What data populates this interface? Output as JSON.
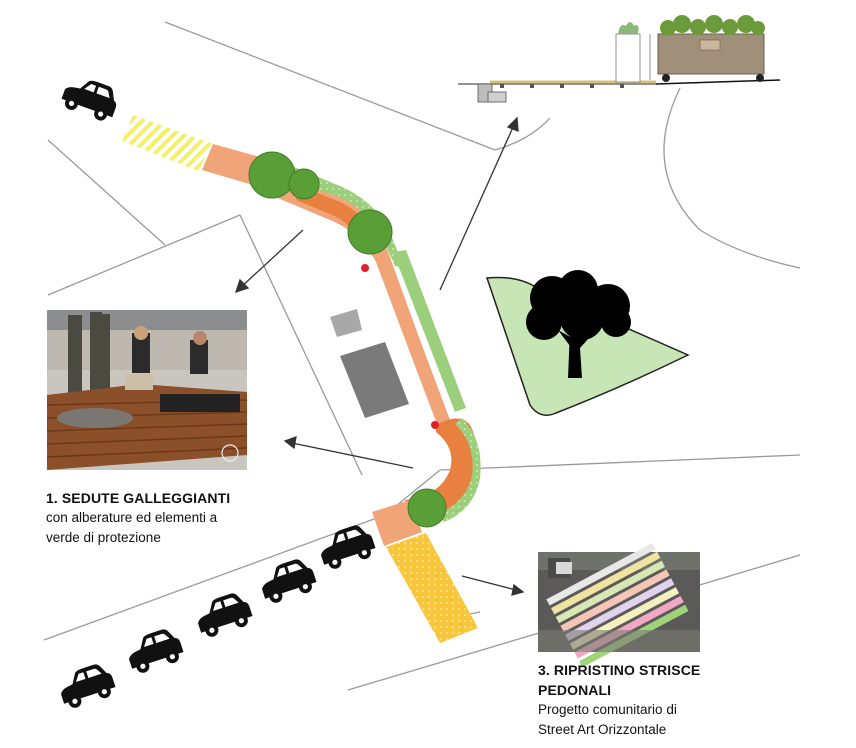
{
  "colors": {
    "walk_orange": "#f0a478",
    "walk_dark_orange": "#e8803f",
    "green_strip": "#9ccf7b",
    "tree_green": "#5a9e37",
    "yellow_crossing": "#f7c63a",
    "yellow_hatch": "#f4f06a",
    "grey_dark": "#7a7a7a",
    "grey_light": "#a8a8a8",
    "park_green": "#c8e6b5",
    "marker_red": "#e0202a"
  },
  "icons": [
    "car-icon",
    "tree-silhouette-icon",
    "planter-box-icon",
    "bench-photo",
    "crosswalk-photo"
  ],
  "captions": {
    "item1": {
      "title": "1. SEDUTE GALLEGGIANTI",
      "line1": "con alberature ed elementi a",
      "line2": "verde di protezione"
    },
    "item3": {
      "title_line1": "3. RIPRISTINO STRISCE",
      "title_line2": "PEDONALI",
      "line1": "Progetto comunitario di",
      "line2": "Street Art Orizzontale"
    }
  }
}
